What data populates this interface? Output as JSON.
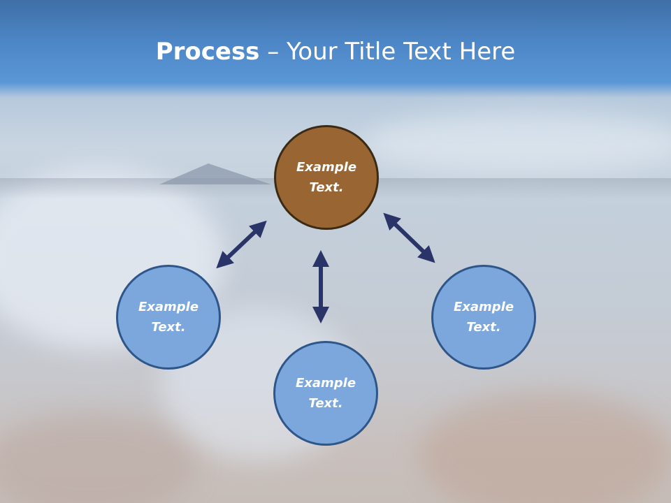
{
  "title": {
    "bold": "Process",
    "rest": " – Your Title Text Here"
  },
  "diagram": {
    "nodes": [
      {
        "label": "Example Text.",
        "fill": "#996633",
        "stroke": "#3b2a14"
      },
      {
        "label": "Example Text.",
        "fill": "#7ba7dc",
        "stroke": "#2f5689"
      },
      {
        "label": "Example Text.",
        "fill": "#7ba7dc",
        "stroke": "#2f5689"
      },
      {
        "label": "Example Text.",
        "fill": "#7ba7dc",
        "stroke": "#2f5689"
      }
    ],
    "arrow_color": "#2b3468",
    "arrow_style": "double-headed",
    "edges": [
      {
        "from": 0,
        "to": 1
      },
      {
        "from": 0,
        "to": 2
      },
      {
        "from": 0,
        "to": 3
      }
    ]
  },
  "colors": {
    "header_sky": "#4d86c6",
    "title_text": "#ffffff"
  }
}
